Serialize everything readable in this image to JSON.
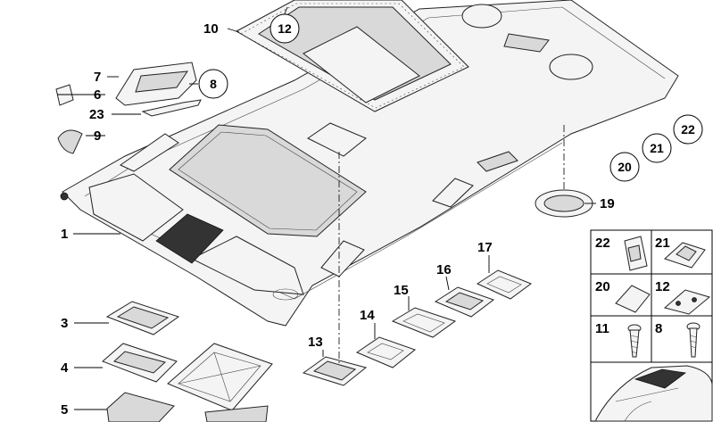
{
  "callouts": [
    {
      "id": "1",
      "text": "1"
    },
    {
      "id": "3",
      "text": "3"
    },
    {
      "id": "4",
      "text": "4"
    },
    {
      "id": "5",
      "text": "5"
    },
    {
      "id": "6",
      "text": "6"
    },
    {
      "id": "7",
      "text": "7"
    },
    {
      "id": "8c",
      "text": "8"
    },
    {
      "id": "9",
      "text": "9"
    },
    {
      "id": "10",
      "text": "10"
    },
    {
      "id": "12c",
      "text": "12"
    },
    {
      "id": "13",
      "text": "13"
    },
    {
      "id": "14",
      "text": "14"
    },
    {
      "id": "15",
      "text": "15"
    },
    {
      "id": "16",
      "text": "16"
    },
    {
      "id": "17",
      "text": "17"
    },
    {
      "id": "19",
      "text": "19"
    },
    {
      "id": "20c",
      "text": "20"
    },
    {
      "id": "21c",
      "text": "21"
    },
    {
      "id": "22c",
      "text": "22"
    },
    {
      "id": "23",
      "text": "23"
    }
  ],
  "grid_labels": {
    "g22": "22",
    "g21": "21",
    "g20": "20",
    "g12": "12",
    "g11": "11",
    "g8": "8"
  }
}
